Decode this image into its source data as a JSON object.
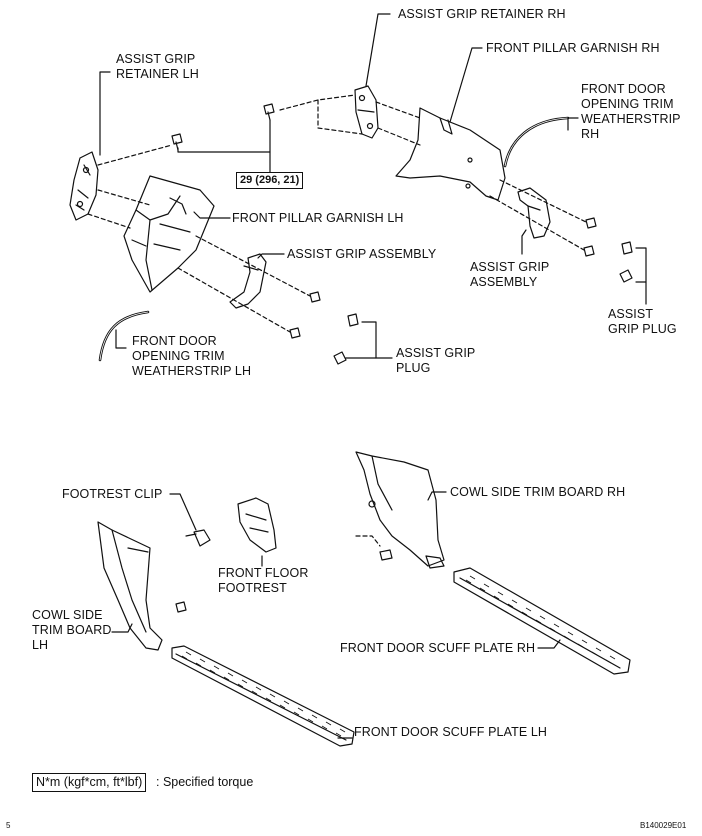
{
  "labels": {
    "assist_grip_retainer_rh": "ASSIST GRIP RETAINER RH",
    "front_pillar_garnish_rh": "FRONT PILLAR GARNISH RH",
    "assist_grip_retainer_lh": "ASSIST GRIP\nRETAINER LH",
    "front_door_opening_trim_weatherstrip_rh": "FRONT DOOR\nOPENING TRIM\nWEATHERSTRIP\nRH",
    "front_pillar_garnish_lh": "FRONT PILLAR GARNISH LH",
    "assist_grip_assembly_lh": "ASSIST GRIP ASSEMBLY",
    "assist_grip_assembly_rh": "ASSIST GRIP\nASSEMBLY",
    "assist_grip_plug_rh": "ASSIST\nGRIP PLUG",
    "front_door_opening_trim_weatherstrip_lh": "FRONT DOOR\nOPENING TRIM\nWEATHERSTRIP LH",
    "assist_grip_plug_lh": "ASSIST GRIP\nPLUG",
    "footrest_clip": "FOOTREST CLIP",
    "cowl_side_trim_board_rh": "COWL SIDE TRIM BOARD RH",
    "front_floor_footrest": "FRONT FLOOR\nFOOTREST",
    "cowl_side_trim_board_lh": "COWL SIDE\nTRIM BOARD\nLH",
    "front_door_scuff_plate_rh": "FRONT DOOR SCUFF PLATE RH",
    "front_door_scuff_plate_lh": "FRONT DOOR SCUFF PLATE LH"
  },
  "torque_value": "29 (296, 21)",
  "legend": {
    "unit_box": "N*m (kgf*cm, ft*lbf)",
    "text": ": Specified torque"
  },
  "figure_id": "B140029E01",
  "page_marker": "5"
}
